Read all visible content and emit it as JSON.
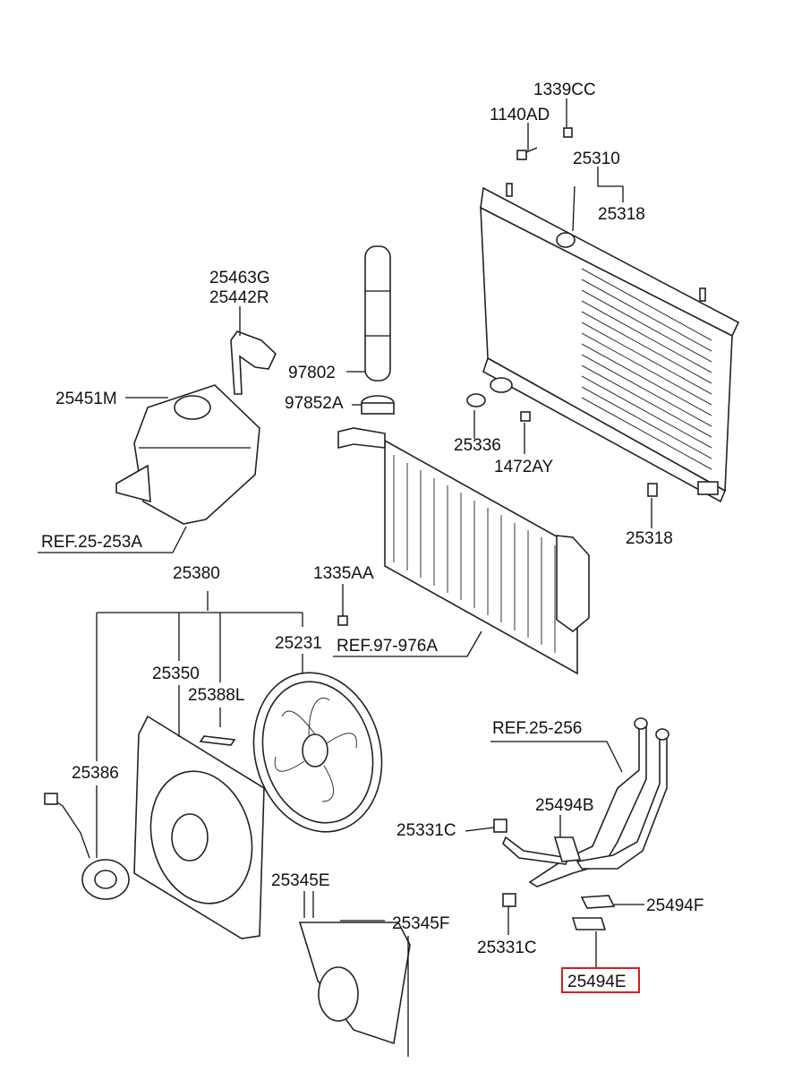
{
  "labels": {
    "l1339cc": "1339CC",
    "l1140ad": "1140AD",
    "l25310": "25310",
    "l25318a": "25318",
    "l25463g": "25463G",
    "l25442r": "25442R",
    "l97802": "97802",
    "l25451m": "25451M",
    "l97852a": "97852A",
    "l25336": "25336",
    "l1472ay": "1472AY",
    "lref25253a": "REF.25-253A",
    "l25318b": "25318",
    "l25380": "25380",
    "l1335aa": "1335AA",
    "l25231": "25231",
    "lref97976a": "REF.97-976A",
    "l25350": "25350",
    "l25388l": "25388L",
    "l25386": "25386",
    "lref25256": "REF.25-256",
    "l25494b": "25494B",
    "l25331c_a": "25331C",
    "l25345e": "25345E",
    "l25345f": "25345F",
    "l25494f": "25494F",
    "l25331c_b": "25331C",
    "l25494e": "25494E"
  },
  "highlight_color": "#d41e1e"
}
